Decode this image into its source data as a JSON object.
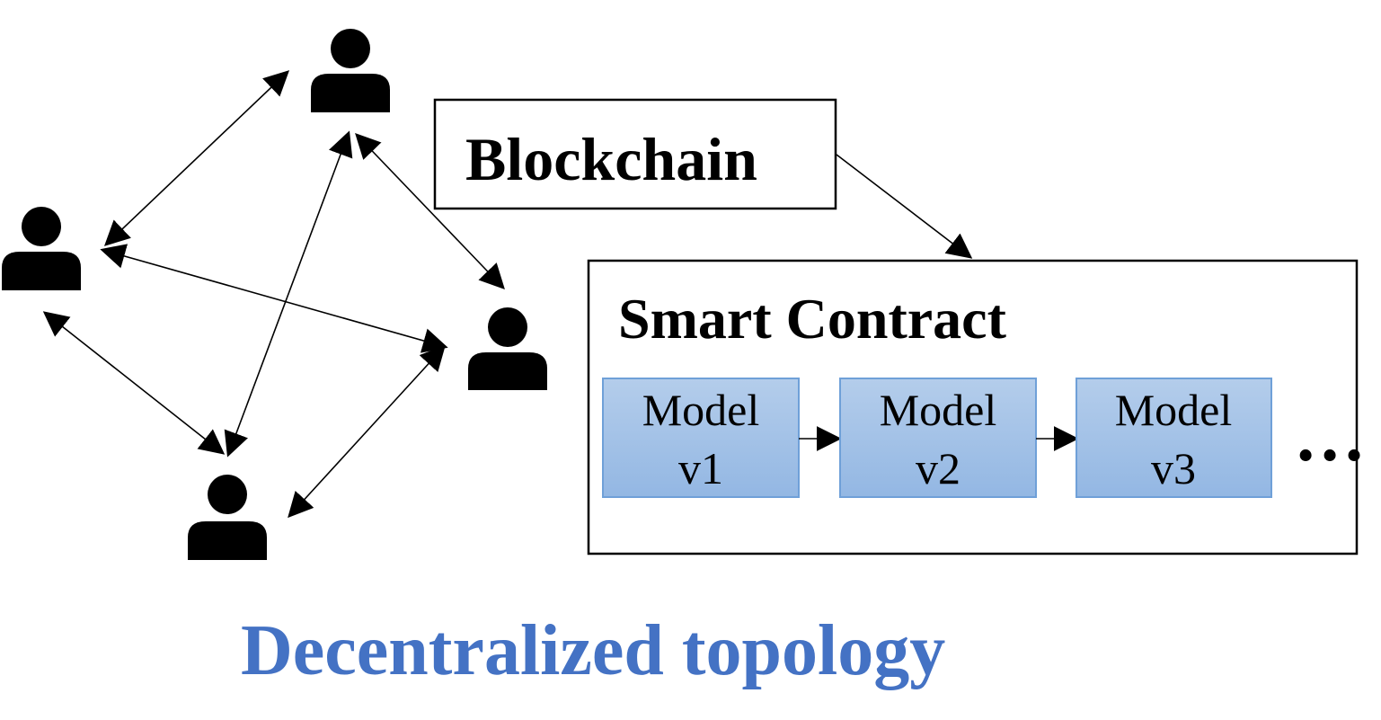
{
  "blockchain": {
    "label": "Blockchain"
  },
  "smart_contract": {
    "label": "Smart Contract",
    "models": [
      {
        "line1": "Model",
        "line2": "v1"
      },
      {
        "line1": "Model",
        "line2": "v2"
      },
      {
        "line1": "Model",
        "line2": "v3"
      }
    ],
    "continuation": "…"
  },
  "caption": {
    "text": "Decentralized topology",
    "color": "#4472C4"
  },
  "colors": {
    "model_fill_top": "#B4CDEB",
    "model_fill_bottom": "#93B7E3",
    "model_border": "#6FA0D8",
    "node": "#000000"
  },
  "nodes": [
    {
      "icon": "user-icon"
    },
    {
      "icon": "user-icon"
    },
    {
      "icon": "user-icon"
    },
    {
      "icon": "user-icon"
    }
  ]
}
